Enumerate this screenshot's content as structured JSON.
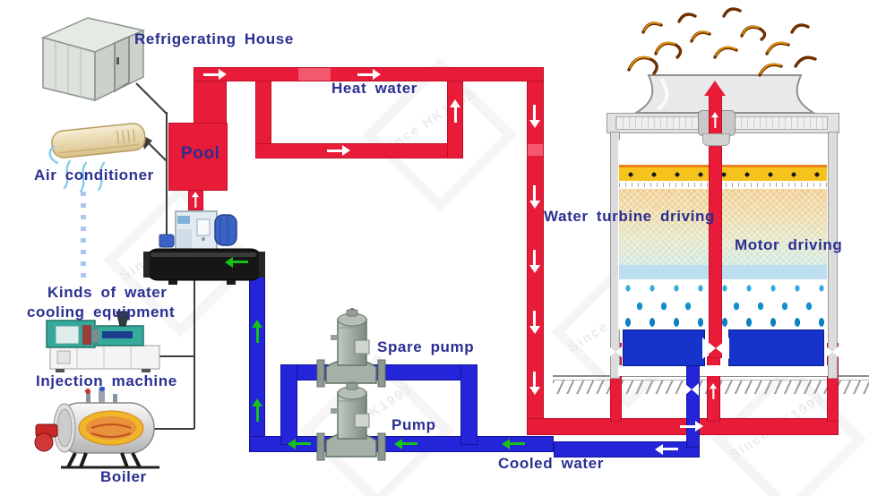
{
  "diagram": {
    "type": "process-flow",
    "subject": "Industrial circulating water cooling system",
    "labels": {
      "refrigerating_house": "Refrigerating House",
      "air_conditioner": "Air conditioner",
      "pool": "Pool",
      "cooling_equipment_line1": "Kinds of water",
      "cooling_equipment_line2": "cooling equipment",
      "injection_machine": "Injection machine",
      "boiler": "Boiler",
      "heat_water": "Heat water",
      "water_turbine_driving": "Water turbine driving",
      "motor_driving": "Motor driving",
      "spare_pump": "Spare pump",
      "pump": "Pump",
      "cooled_water": "Cooled water"
    },
    "watermark": {
      "text": "Since HK1993"
    },
    "colors": {
      "hot_pipe_red": "#e81b38",
      "cold_pipe_blue": "#2424d8",
      "basin_blue": "#1634cb",
      "label_text_navy": "#2b2f92",
      "flow_arrow_green": "#17c217",
      "flow_arrow_white": "#ffffff",
      "spray_header_yellow": "#f6c21c",
      "background": "#ffffff"
    },
    "flow_directions": {
      "heat_water_pipe": "from pool rightward and down into cooling tower",
      "cooled_water_pipe": "from cooling tower basin leftward through pump up to chiller"
    }
  }
}
